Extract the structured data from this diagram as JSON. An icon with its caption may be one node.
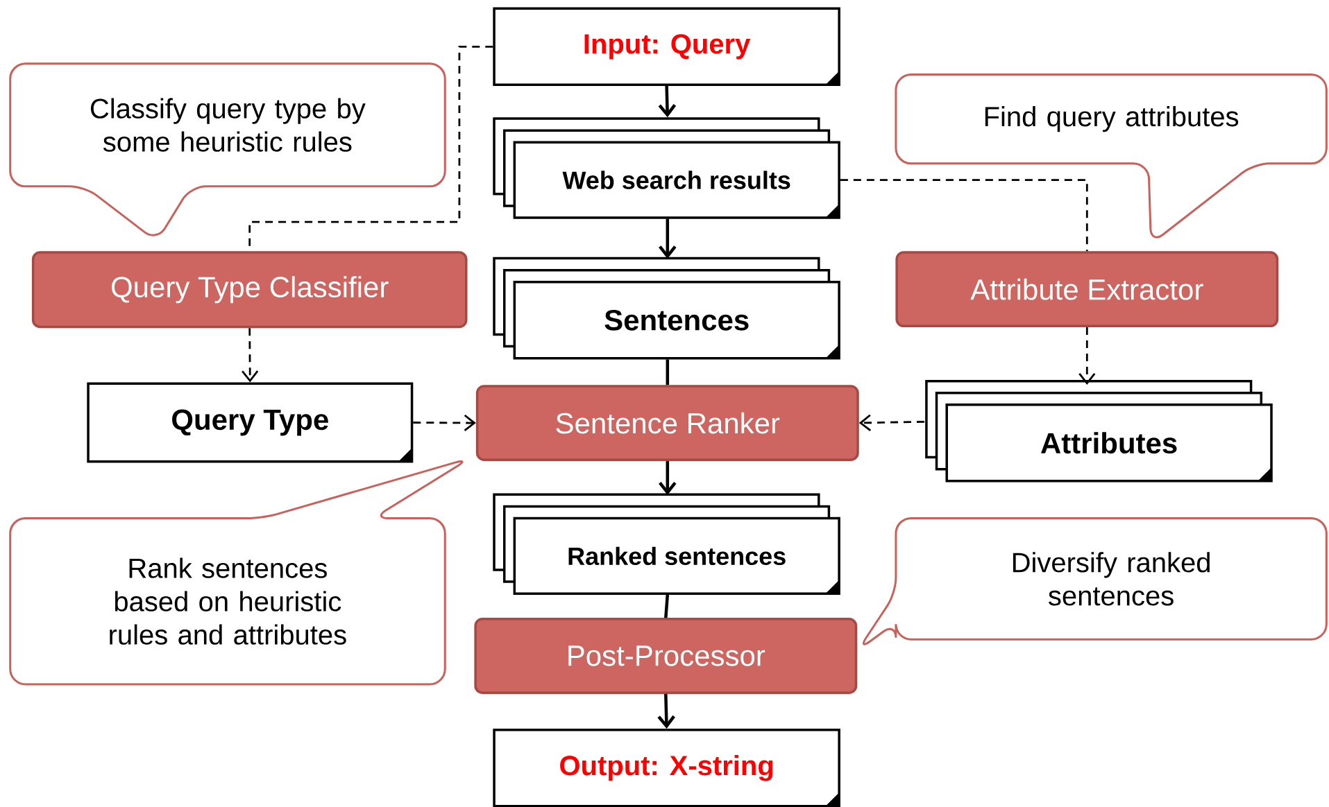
{
  "diagram": {
    "nodes": [
      {
        "text": [
          "Input: Query"
        ]
      },
      {
        "text": [
          "Web search results"
        ]
      },
      {
        "text": [
          "Sentences"
        ]
      },
      {
        "text": [
          "Query Type Classifier"
        ]
      },
      {
        "text": [
          "Attribute Extractor"
        ]
      },
      {
        "text": [
          "Query Type"
        ]
      },
      {
        "text": [
          "Sentence Ranker"
        ]
      },
      {
        "text": [
          "Attributes"
        ]
      },
      {
        "text": [
          "Ranked sentences"
        ]
      },
      {
        "text": [
          "Post-Processor"
        ]
      },
      {
        "text": [
          "Output: X-string"
        ]
      },
      {
        "text": [
          "Classify query type by some heuristic rules"
        ]
      },
      {
        "text": [
          "Find query attributes"
        ]
      },
      {
        "text": [
          "Rank sentences based on heuristic rules and attributes"
        ]
      },
      {
        "text": [
          "Diversify ranked sentences"
        ]
      }
    ],
    "edges": [
      {
        "from": 0,
        "to": 1,
        "arrow": "to"
      },
      {
        "from": 1,
        "to": 2,
        "arrow": "to"
      },
      {
        "from": 2,
        "to": 6,
        "arrow": "none"
      },
      {
        "from": 6,
        "to": 8,
        "arrow": "to"
      },
      {
        "from": 8,
        "to": 9,
        "arrow": "none"
      },
      {
        "from": 9,
        "to": 10,
        "arrow": "to"
      },
      {
        "from": 0,
        "to": 3,
        "arrow": "none",
        "style": "dashed"
      },
      {
        "from": 3,
        "to": 5,
        "arrow": "to",
        "style": "dashed"
      },
      {
        "from": 1,
        "to": 4,
        "arrow": "none",
        "style": "dashed"
      },
      {
        "from": 4,
        "to": 7,
        "arrow": "to",
        "style": "dashed"
      },
      {
        "from": 5,
        "to": 6,
        "arrow": "to",
        "style": "dashed"
      },
      {
        "from": 7,
        "to": 6,
        "arrow": "to",
        "style": "dashed"
      }
    ]
  }
}
